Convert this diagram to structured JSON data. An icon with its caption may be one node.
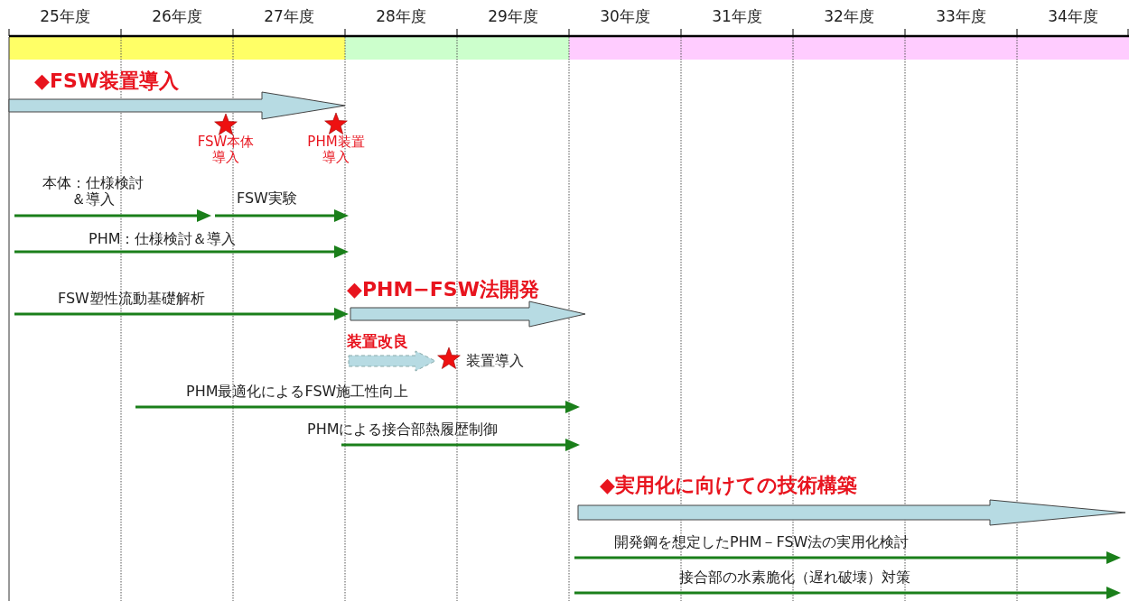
{
  "diagram": {
    "labels": [
      "25年度",
      "26年度",
      "27年度",
      "28年度",
      "29年度",
      "30年度",
      "31年度",
      "32年度",
      "33年度",
      "34年度",
      "◆FSW装置導入",
      "FSW本体導入",
      "PHM装置導入",
      "本体：仕様検討＆導入",
      "FSW実験",
      "PHM：仕様検討＆導入",
      "FSW塑性流動基礎解析",
      "◆PHM−FSW法開発",
      "装置改良",
      "装置導入",
      "PHM最適化によるFSW施工性向上",
      "PHMによる接合部熱履歴制御",
      "◆実用化に向けての技術構築",
      "開発鋼を想定したPHM－FSW法の実用化検討",
      "接合部の水素脆化（遅れ破壊）対策"
    ]
  }
}
